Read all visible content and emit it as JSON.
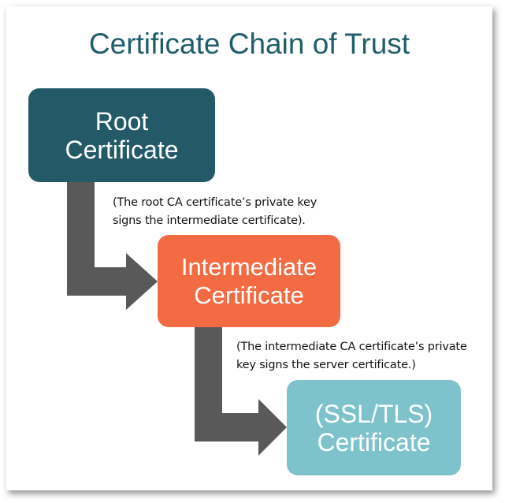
{
  "diagram": {
    "title": "Certificate Chain of Trust",
    "nodes": [
      {
        "id": "root",
        "line1": "Root",
        "line2": "Certificate",
        "color": "#245968"
      },
      {
        "id": "intermediate",
        "line1": "Intermediate",
        "line2": "Certificate",
        "color": "#f26b43"
      },
      {
        "id": "ssl",
        "line1": "(SSL/TLS)",
        "line2": "Certificate",
        "color": "#7ec3cc"
      }
    ],
    "annotations": [
      {
        "line1": "(The root CA certificate’s private key",
        "line2": "signs the intermediate certificate)."
      },
      {
        "line1": "(The intermediate CA certificate’s private",
        "line2": "key signs the server certificate.)"
      }
    ],
    "arrow_color": "#595959",
    "title_color": "#1f5d6a"
  }
}
